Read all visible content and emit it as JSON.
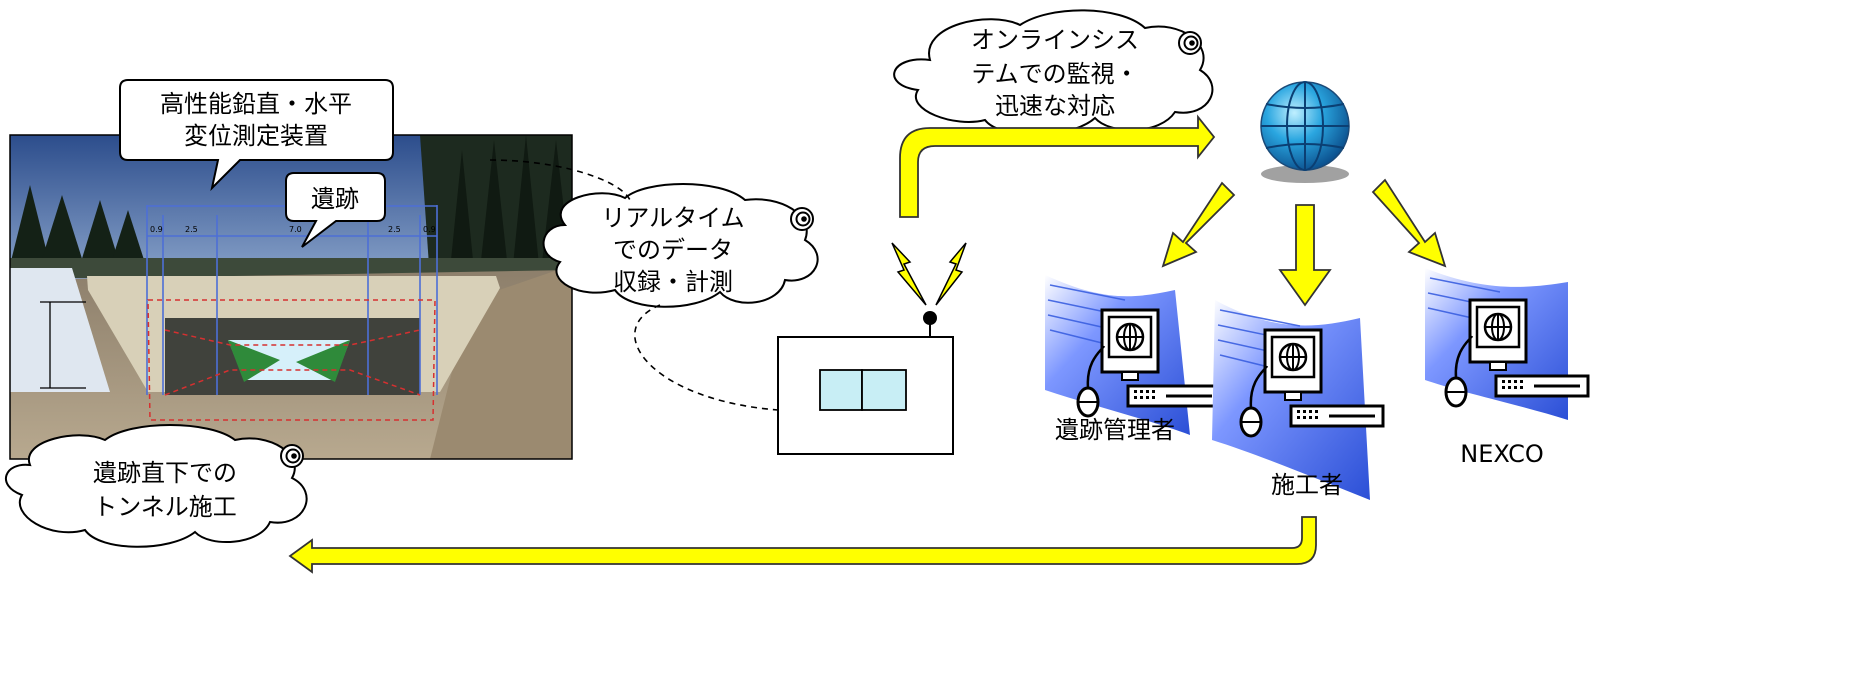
{
  "callouts": {
    "device_line1": "高性能鉛直・水平",
    "device_line2": "変位測定装置",
    "ruins": "遺跡"
  },
  "clouds": {
    "online_line1": "オンラインシス",
    "online_line2": "テムでの監視・",
    "online_line3": "迅速な対応",
    "realtime_line1": "リアルタイム",
    "realtime_line2": "でのデータ",
    "realtime_line3": "収録・計測",
    "tunnel_line1": "遺跡直下での",
    "tunnel_line2": "トンネル施工"
  },
  "dimensions": {
    "d1": "0.9",
    "d2": "2.5",
    "d3": "7.0",
    "d4": "2.5",
    "d5": "0.9"
  },
  "stakeholders": {
    "ruins_manager": "遺跡管理者",
    "contractor": "施工者",
    "nexco": "NEXCO"
  },
  "icons": [
    "globe-icon",
    "computer-icon",
    "lightning-icon",
    "antenna-icon",
    "data-logger-icon",
    "eye-icon"
  ],
  "colors": {
    "arrow_fill": "#ffff00",
    "arrow_stroke": "#333333",
    "screen_fill": "#c8eef5",
    "wave_blue": "#3a5fe0"
  }
}
